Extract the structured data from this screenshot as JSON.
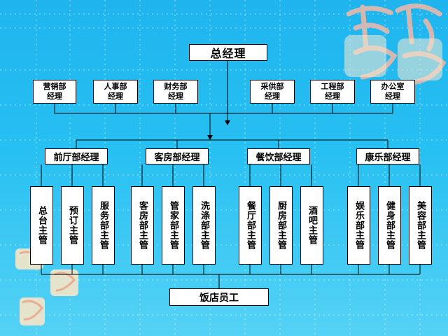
{
  "org": {
    "top": "总经理",
    "departments": [
      "营销部\n经理",
      "人事部\n经理",
      "财务部\n经理",
      "采供部\n经理",
      "工程部\n经理",
      "办公室\n经理"
    ],
    "divisions": [
      {
        "manager": "前厅部经理",
        "subs": [
          "总台主管",
          "预订主管",
          "服务部主管"
        ]
      },
      {
        "manager": "客房部经理",
        "subs": [
          "客房部主管",
          "管家部主管",
          "洗涤部主管"
        ]
      },
      {
        "manager": "餐饮部经理",
        "subs": [
          "餐厅部主管",
          "厨房部主管",
          "酒吧主管"
        ]
      },
      {
        "manager": "康乐部经理",
        "subs": [
          "娱乐部主管",
          "健身部主管",
          "美容部主管"
        ]
      }
    ],
    "staff": "饭店员工"
  },
  "colors": {
    "bg": "#27c0f2",
    "box": "#ffffff",
    "line": "#000000"
  }
}
